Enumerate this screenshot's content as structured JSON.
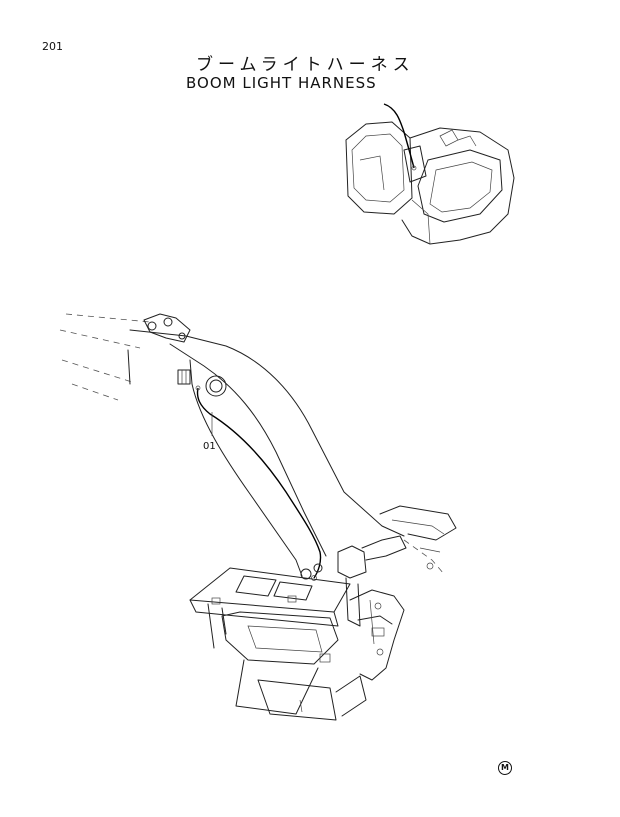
{
  "page": {
    "number": "201"
  },
  "title": {
    "japanese": "ブームライトハーネス",
    "english": "BOOM LIGHT HARNESS"
  },
  "callouts": [
    {
      "label": "01"
    }
  ],
  "corner_mark": {
    "symbol": "M"
  },
  "colors": {
    "line": "#222222",
    "background": "#ffffff"
  },
  "views": [
    {
      "name": "machine-overview-inset"
    },
    {
      "name": "boom-detail"
    }
  ]
}
